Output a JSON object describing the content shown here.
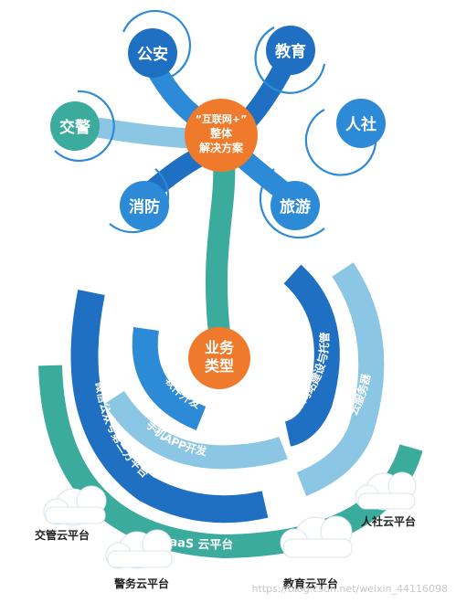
{
  "top": {
    "center_line1": "“互联网+”",
    "center_line2": "整体",
    "center_line3": "解决方案",
    "nodes": [
      "公安",
      "教育",
      "人社",
      "旅游",
      "消防",
      "交警"
    ]
  },
  "bottom": {
    "center_line1": "业务",
    "center_line2": "类型",
    "arcs": {
      "software": "软件开发",
      "app": "手机APP开发",
      "wechat": "微信公众号第三方平台",
      "website": "网站建设与托管",
      "cloud_service": "云服务器",
      "saas": "SaaS 云平台"
    },
    "clouds": {
      "traffic": "交管云平台",
      "police": "警务云平台",
      "education": "教育云平台",
      "social": "人社云平台"
    }
  },
  "watermark": "https://blog.csdn.net/weixin_44116098",
  "colors": {
    "dark_blue": "#1f6fc2",
    "mid_blue": "#2d8ad6",
    "light_blue": "#8bc6e4",
    "teal": "#3aab9c",
    "orange": "#ef7a2c",
    "node_fill": "#eef3f8"
  }
}
